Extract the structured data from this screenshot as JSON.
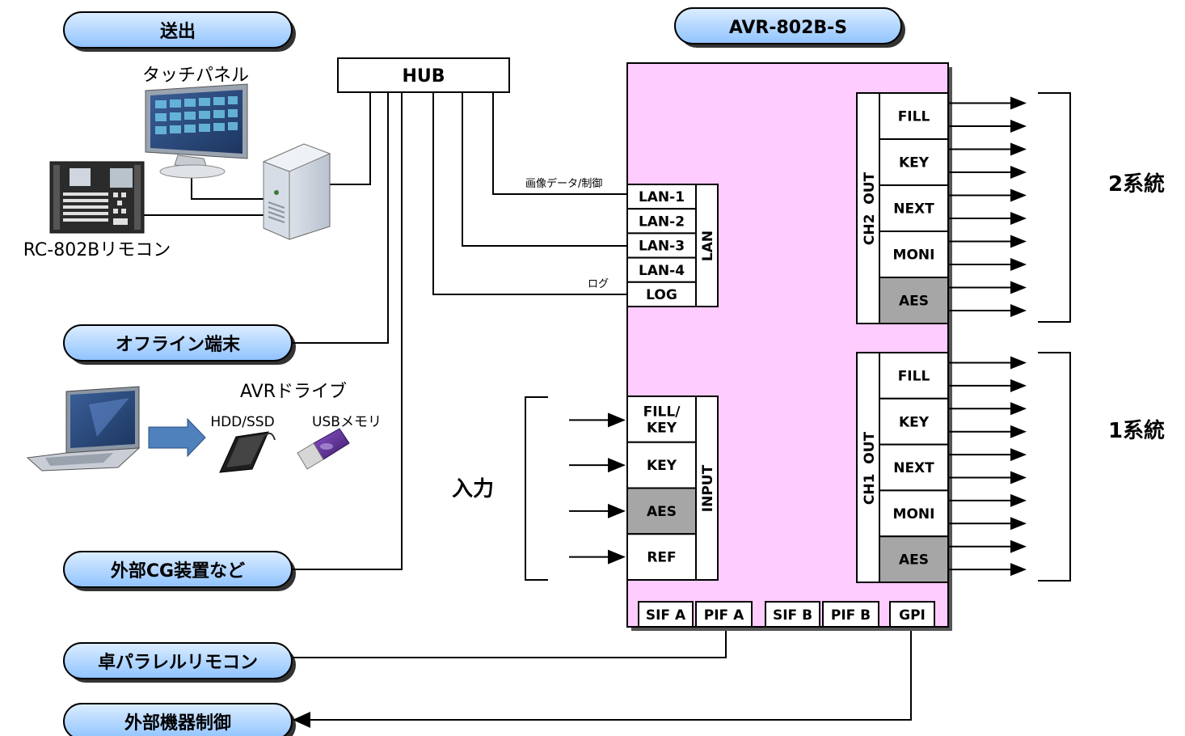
{
  "device": {
    "title": "AVR-802B-S"
  },
  "left": {
    "send_label": "送出",
    "touch_panel_label": "タッチパネル",
    "remote_label": "RC-802Bリモコン",
    "hub_label": "HUB",
    "offline_label": "オフライン端末",
    "avr_drive_label": "AVRドライブ",
    "hdd_label": "HDD/SSD",
    "usb_label": "USBメモリ",
    "cg_label": "外部CG装置など",
    "parallel_remote_label": "卓パラレルリモコン",
    "external_control_label": "外部機器制御"
  },
  "lan": {
    "group_label": "LAN",
    "ports": [
      "LAN-1",
      "LAN-2",
      "LAN-3",
      "LAN-4",
      "LOG"
    ],
    "image_data_label": "画像データ/制御",
    "log_label": "ログ"
  },
  "input": {
    "group_label": "INPUT",
    "section_label": "入力",
    "ports": [
      "FILL/\nKEY",
      "KEY",
      "AES",
      "REF"
    ]
  },
  "ch2": {
    "group_label": "CH2  OUT",
    "ports": [
      "FILL",
      "KEY",
      "NEXT",
      "MONI",
      "AES"
    ],
    "system_label": "2系統"
  },
  "ch1": {
    "group_label": "CH1  OUT",
    "ports": [
      "FILL",
      "KEY",
      "NEXT",
      "MONI",
      "AES"
    ],
    "system_label": "1系統"
  },
  "bottom_ports": [
    "SIF A",
    "PIF A",
    "SIF B",
    "PIF B",
    "GPI"
  ],
  "colors": {
    "device_fill": "#ffccff",
    "pill_fill": "#99ccff",
    "gray_port": "#a6a6a6",
    "arrow_fill": "#4f81bd"
  }
}
